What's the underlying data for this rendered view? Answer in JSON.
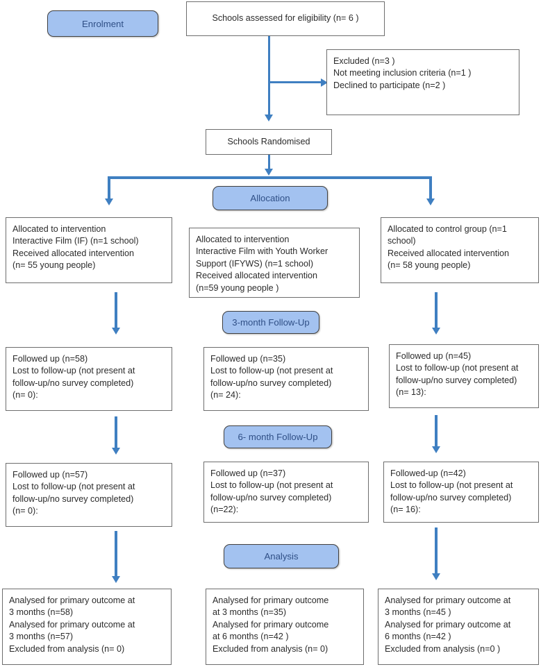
{
  "diagram": {
    "title": "CONSORT participant flow diagram",
    "accent_blue": "#3f7fc1",
    "pill_fill": "#a3c2f0",
    "pill_text_color": "#2f4f86",
    "box_border_color": "#6d6d6d"
  },
  "stage_labels": {
    "enrolment": "Enrolment",
    "allocation": "Allocation",
    "followup_3m": "3-month Follow-Up",
    "followup_6m": "6- month Follow-Up",
    "analysis": "Analysis"
  },
  "enrolment": {
    "assessed": "Schools assessed for eligibility (n= 6 )",
    "excluded": "Excluded (n=3 )\nNot meeting inclusion criteria (n=1 )\nDeclined to participate (n=2 )",
    "randomised": "Schools Randomised"
  },
  "allocation": {
    "left": "Allocated to intervention\nInteractive Film (IF) (n=1 school)\nReceived allocated intervention\n(n= 55 young people)",
    "middle": "Allocated to intervention\nInteractive Film with Youth Worker\nSupport (IFYWS) (n=1 school)\nReceived allocated intervention\n(n=59 young people )",
    "right": "Allocated to control group (n=1\nschool)\nReceived allocated intervention\n(n= 58 young people)"
  },
  "followup_3_months": {
    "left": "Followed up (n=58)\nLost to follow-up (not present at\nfollow-up/no survey completed)\n(n= 0):",
    "middle": "Followed up (n=35)\nLost to follow-up (not present at\nfollow-up/no survey completed)\n(n= 24):",
    "right": "Followed up (n=45)\nLost to follow-up (not present at\nfollow-up/no survey completed)\n(n= 13):"
  },
  "followup_6_months": {
    "left": "Followed up (n=57)\nLost to follow-up (not present at\nfollow-up/no survey completed)\n(n= 0):",
    "middle": "Followed up (n=37)\nLost to follow-up (not present at\nfollow-up/no survey completed)\n(n=22):",
    "right": "Followed-up (n=42)\nLost to follow-up (not present at\nfollow-up/no survey completed)\n(n= 16):"
  },
  "analysis": {
    "left": "Analysed for primary outcome  at\n3 months (n=58)\nAnalysed for primary outcome  at\n3 months (n=57)\nExcluded from analysis (n= 0)",
    "middle": "Analysed for primary outcome\nat 3 months (n=35)\nAnalysed for primary outcome\nat 6 months (n=42 )\nExcluded from analysis (n= 0)",
    "right": "Analysed for primary outcome  at\n3 months (n=45 )\nAnalysed for primary outcome  at\n6 months (n=42 )\nExcluded from analysis  (n=0 )"
  }
}
